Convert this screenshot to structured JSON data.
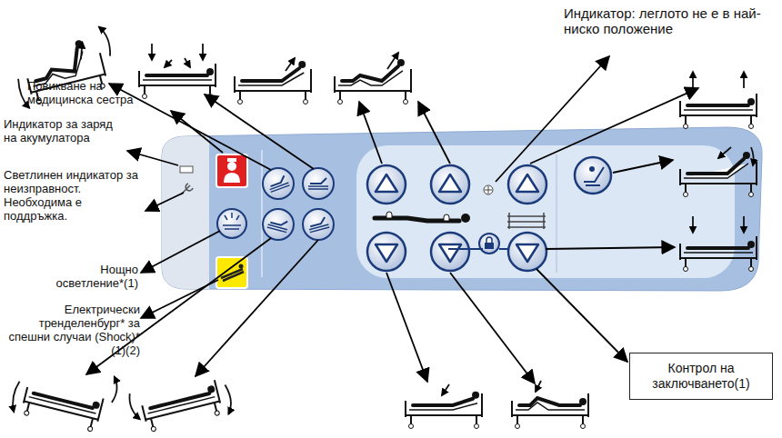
{
  "diagram": {
    "nodes": [
      {
        "text": [
          "Контрол на заключването(1)"
        ]
      }
    ],
    "labels": [
      "Индикатор: леглото не е в най-ниско положение",
      "Повикване на медицинска сестра",
      "Индикатор за заряд на акумулатора",
      "Светлинен индикатор за неизправност. Необходима е поддръжка.",
      "Нощно осветление*(1)",
      "Електрически тренделенбург* за спешни случаи (Shock)* (1)(2)"
    ]
  }
}
